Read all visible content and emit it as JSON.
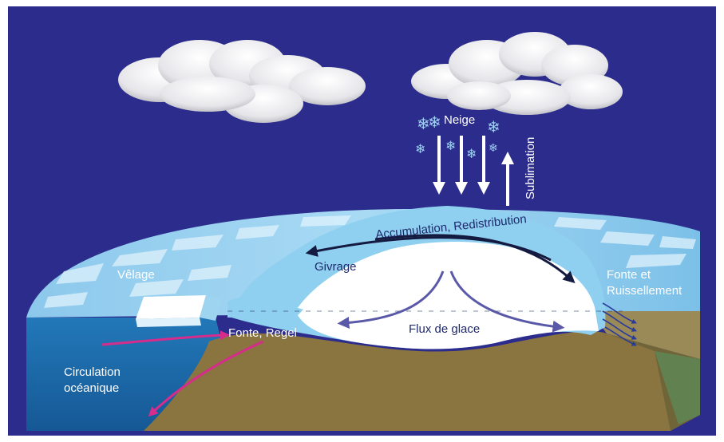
{
  "labels": {
    "neige": "Neige",
    "sublimation": "Sublimation",
    "accumulation": "Accumulation, Redistribution",
    "givrage": "Givrage",
    "velage": "Vêlage",
    "fonte_et": "Fonte et",
    "ruissellement": "Ruissellement",
    "fonte_regel": "Fonte, Regel",
    "flux": "Flux de glace",
    "circulation": "Circulation",
    "oceanique": "océanique"
  },
  "colors": {
    "sky": "#2c2c8c",
    "ocean": "#1c6aa8",
    "sea_ice": "#a9d8f2",
    "ice_sheet": "#8fd0f0",
    "bedrock": "#8a7440",
    "arrow_white": "#ffffff",
    "arrow_purple": "#5a58a8",
    "arrow_magenta": "#d62c8c"
  }
}
